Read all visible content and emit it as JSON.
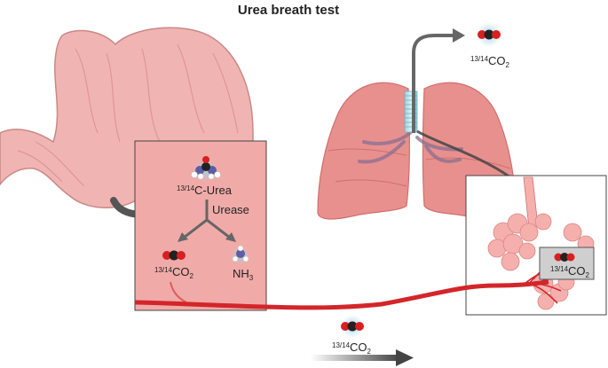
{
  "title": "Urea breath test",
  "stomach_panel": {
    "urea_label": {
      "prefix": "13/14",
      "main": "C-Urea"
    },
    "enzyme_label": "Urease",
    "co2_label": {
      "prefix": "13/14",
      "main": "CO",
      "sub": "2"
    },
    "nh3_label": {
      "main": "NH",
      "sub": "3"
    }
  },
  "lung_panel": {
    "co2_label": {
      "prefix": "13/14",
      "main": "CO",
      "sub": "2"
    }
  },
  "exhaled_label": {
    "prefix": "13/14",
    "main": "CO",
    "sub": "2"
  },
  "bloodstream_label": {
    "prefix": "13/14",
    "main": "CO",
    "sub": "2"
  },
  "colors": {
    "stomach": "#f0b5b3",
    "stomach_outline": "#c98886",
    "panel_fill": "#f0aba8",
    "lung": "#e8908e",
    "lung_dark": "#cf6f6e",
    "vessel": "#d3262a",
    "alveoli": "#f5b0ad",
    "carbon": "#222222",
    "oxygen": "#d8201f",
    "nitrogen": "#5b5ea6",
    "hydrogen": "#ffffff",
    "arrow_gray": "#555555"
  }
}
